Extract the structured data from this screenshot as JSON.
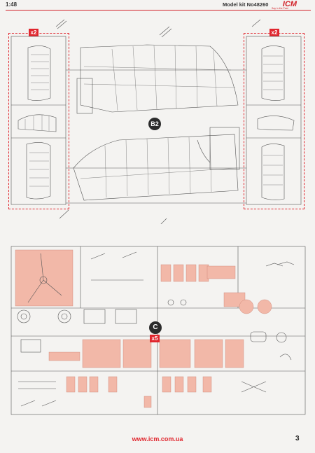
{
  "header": {
    "scale": "1:48",
    "kit_label": "Model kit No48260",
    "brand": "ICM",
    "brand_tagline": "Say in the Past"
  },
  "sprue_b": {
    "label": "B2",
    "left_group_count": "x2",
    "right_group_count": "x2"
  },
  "sprue_c": {
    "label": "C",
    "count": "x5"
  },
  "footer": {
    "url": "www.icm.com.ua",
    "page_number": "3"
  },
  "colors": {
    "accent": "#e0262e",
    "highlight_fill": "#f2b8a8",
    "line": "#555555"
  }
}
